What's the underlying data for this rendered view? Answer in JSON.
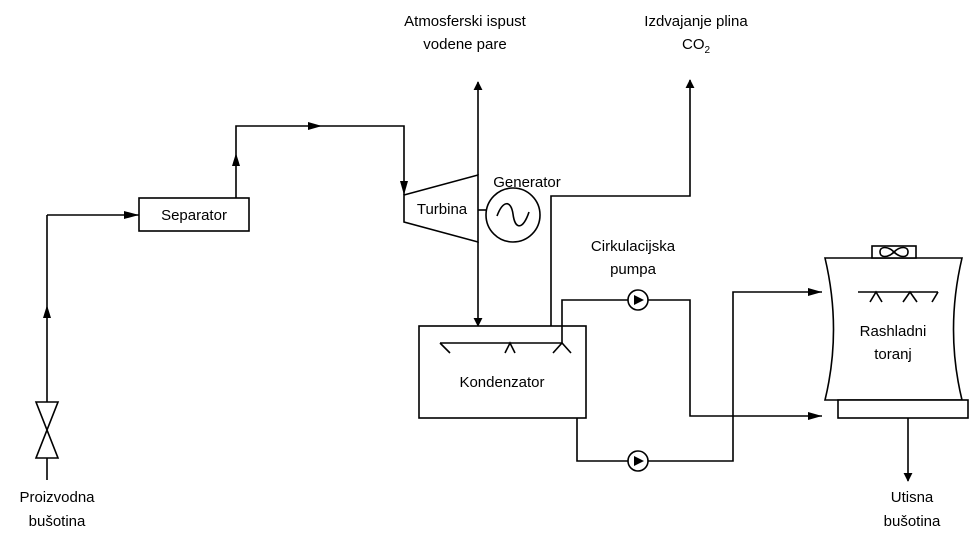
{
  "labels": {
    "atmospheric_line1": "Atmosferski ispust",
    "atmospheric_line2": "vodene pare",
    "co2_line1": "Izdvajanje plina",
    "co2_line2": "CO",
    "co2_sub": "2",
    "generator": "Generator",
    "turbine": "Turbina",
    "separator": "Separator",
    "circ_pump_line1": "Cirkulacijska",
    "circ_pump_line2": "pumpa",
    "condenser": "Kondenzator",
    "cooling_tower_line1": "Rashladni",
    "cooling_tower_line2": "toranj",
    "production_well_line1": "Proizvodna",
    "production_well_line2": "bušotina",
    "injection_well_line1": "Utisna",
    "injection_well_line2": "bušotina"
  }
}
